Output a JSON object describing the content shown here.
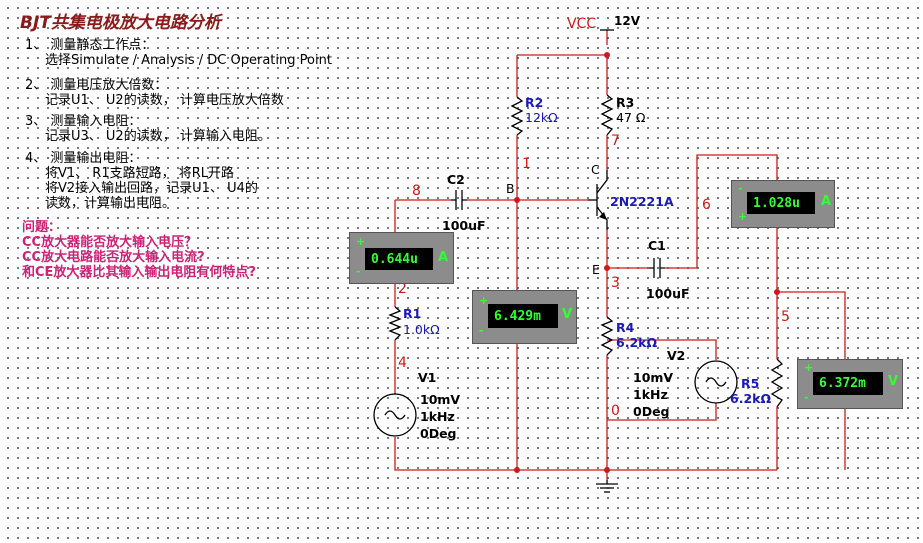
{
  "title": "BJT共集电极放大电路分析",
  "instructions": [
    {
      "head": "1、 测量静态工作点：",
      "lines": [
        "选择Simulate / Analysis / DC  Operating Point"
      ]
    },
    {
      "head": "2、 测量电压放大倍数：",
      "lines": [
        "记录U1、 U2的读数， 计算电压放大倍数"
      ]
    },
    {
      "head": "3、 测量输入电阻：",
      "lines": [
        "记录U3、 U2的读数， 计算输入电阻。"
      ]
    },
    {
      "head": "4、 测量输出电阻：",
      "lines": [
        "将V1、  R1支路短路， 将RL开路",
        "将V2接入输出回路，记录U1、 U4的",
        "读数，计算输出电阻。"
      ]
    }
  ],
  "questions": {
    "head": "问题：",
    "items": [
      "CC放大器能否放大输入电压？",
      "CC放大电路能否放大输入电流?",
      "和CE放大器比其输入输出电阻有何特点?"
    ]
  },
  "supply": {
    "label": "VCC",
    "value": "12V"
  },
  "components": {
    "R1": {
      "name": "R1",
      "value": "1.0kΩ"
    },
    "R2": {
      "name": "R2",
      "value": "12kΩ"
    },
    "R3": {
      "name": "R3",
      "value": "47 Ω"
    },
    "R4": {
      "name": "R4",
      "value": "6.2kΩ"
    },
    "R5": {
      "name": "R5",
      "value": "6.2kΩ"
    },
    "C1": {
      "name": "C1",
      "value": "100uF"
    },
    "C2": {
      "name": "C2",
      "value": "100uF"
    },
    "Q1": {
      "name": "2N2221A"
    },
    "V1": {
      "name": "V1",
      "amp": "10mV",
      "freq": "1kHz",
      "phase": "0Deg"
    },
    "V2": {
      "name": "V2",
      "amp": "10mV",
      "freq": "1kHz",
      "phase": "0Deg"
    }
  },
  "pins": {
    "B": "B",
    "C": "C",
    "E": "E"
  },
  "nodes": {
    "n0": "0",
    "n1": "1",
    "n2": "2",
    "n3": "3",
    "n4": "4",
    "n5": "5",
    "n6": "6",
    "n7": "7",
    "n8": "8"
  },
  "meters": {
    "U_in": {
      "reading": "0.644u",
      "unit": "A",
      "plus": "+",
      "minus": "-"
    },
    "U_base": {
      "reading": "6.429m",
      "unit": "V",
      "plus": "+",
      "minus": "-"
    },
    "U_out_i": {
      "reading": "1.028u",
      "unit": "A",
      "plus": "+",
      "minus": "-"
    },
    "U_out_v": {
      "reading": "6.372m",
      "unit": "V",
      "plus": "+",
      "minus": "-"
    }
  },
  "colors": {
    "wire": "#cc1a1a",
    "component": "#000000",
    "label": "#1a1ab4",
    "question": "#cc2277",
    "title": "#8b1a1a",
    "meter_text": "#33ff33"
  }
}
